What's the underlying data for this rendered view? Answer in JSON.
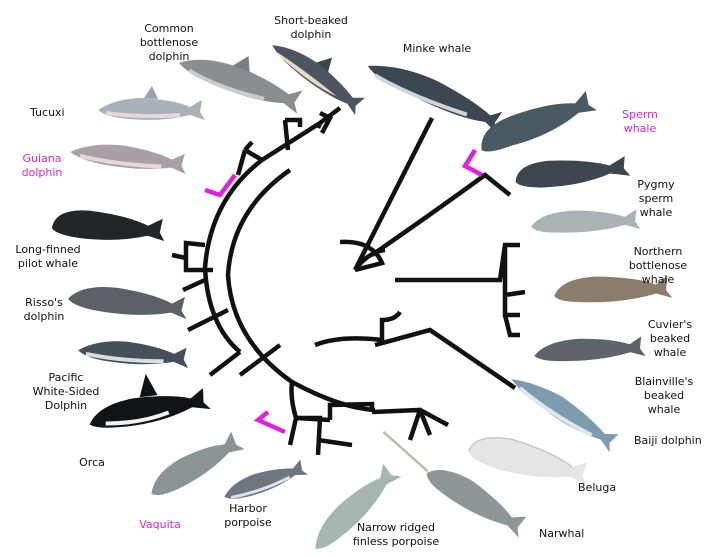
{
  "colors": {
    "branch": "#111111",
    "highlight": "#e020e0",
    "label": "#111111",
    "background": "#ffffff"
  },
  "labels": {
    "common_bottlenose_dolphin": "Common\nbottlenose\ndolphin",
    "short_beaked_dolphin": "Short-beaked\ndolphin",
    "minke_whale": "Minke whale",
    "sperm_whale": "Sperm\nwhale",
    "pygmy_sperm_whale": "Pygmy sperm\nwhale",
    "northern_bottlenose_whale": "Northern bottlenose\nwhale",
    "cuviers_beaked_whale": "Cuvier's beaked\nwhale",
    "blainvilles_beaked_whale": "Blainville's\nbeaked whale",
    "baiji_dolphin": "Baiji dolphin",
    "beluga": "Beluga",
    "narwhal": "Narwhal",
    "narrow_ridged_finless_porpoise": "Narrow ridged\nfinless porpoise",
    "harbor_porpoise": "Harbor\nporpoise",
    "vaquita": "Vaquita",
    "orca": "Orca",
    "pacific_white_sided_dolphin": "Pacific\nWhite-Sided\nDolphin",
    "rissos_dolphin": "Risso's\ndolphin",
    "long_finned_pilot_whale": "Long-finned\npilot whale",
    "guiana_dolphin": "Guiana\ndolphin",
    "tucuxi": "Tucuxi"
  },
  "highlighted_species": [
    "Guiana dolphin",
    "Sperm whale",
    "Vaquita"
  ],
  "illustration_icons": [
    "common-bottlenose-dolphin-illustration",
    "short-beaked-dolphin-illustration",
    "minke-whale-illustration",
    "sperm-whale-illustration",
    "pygmy-sperm-whale-illustration",
    "northern-bottlenose-whale-illustration",
    "cuviers-beaked-whale-illustration",
    "blainvilles-beaked-whale-illustration",
    "baiji-dolphin-illustration",
    "beluga-illustration",
    "narwhal-illustration",
    "finless-porpoise-illustration",
    "harbor-porpoise-illustration",
    "vaquita-illustration",
    "orca-illustration",
    "pacific-white-sided-dolphin-illustration",
    "rissos-dolphin-illustration",
    "pilot-whale-illustration",
    "guiana-dolphin-illustration",
    "tucuxi-illustration"
  ]
}
